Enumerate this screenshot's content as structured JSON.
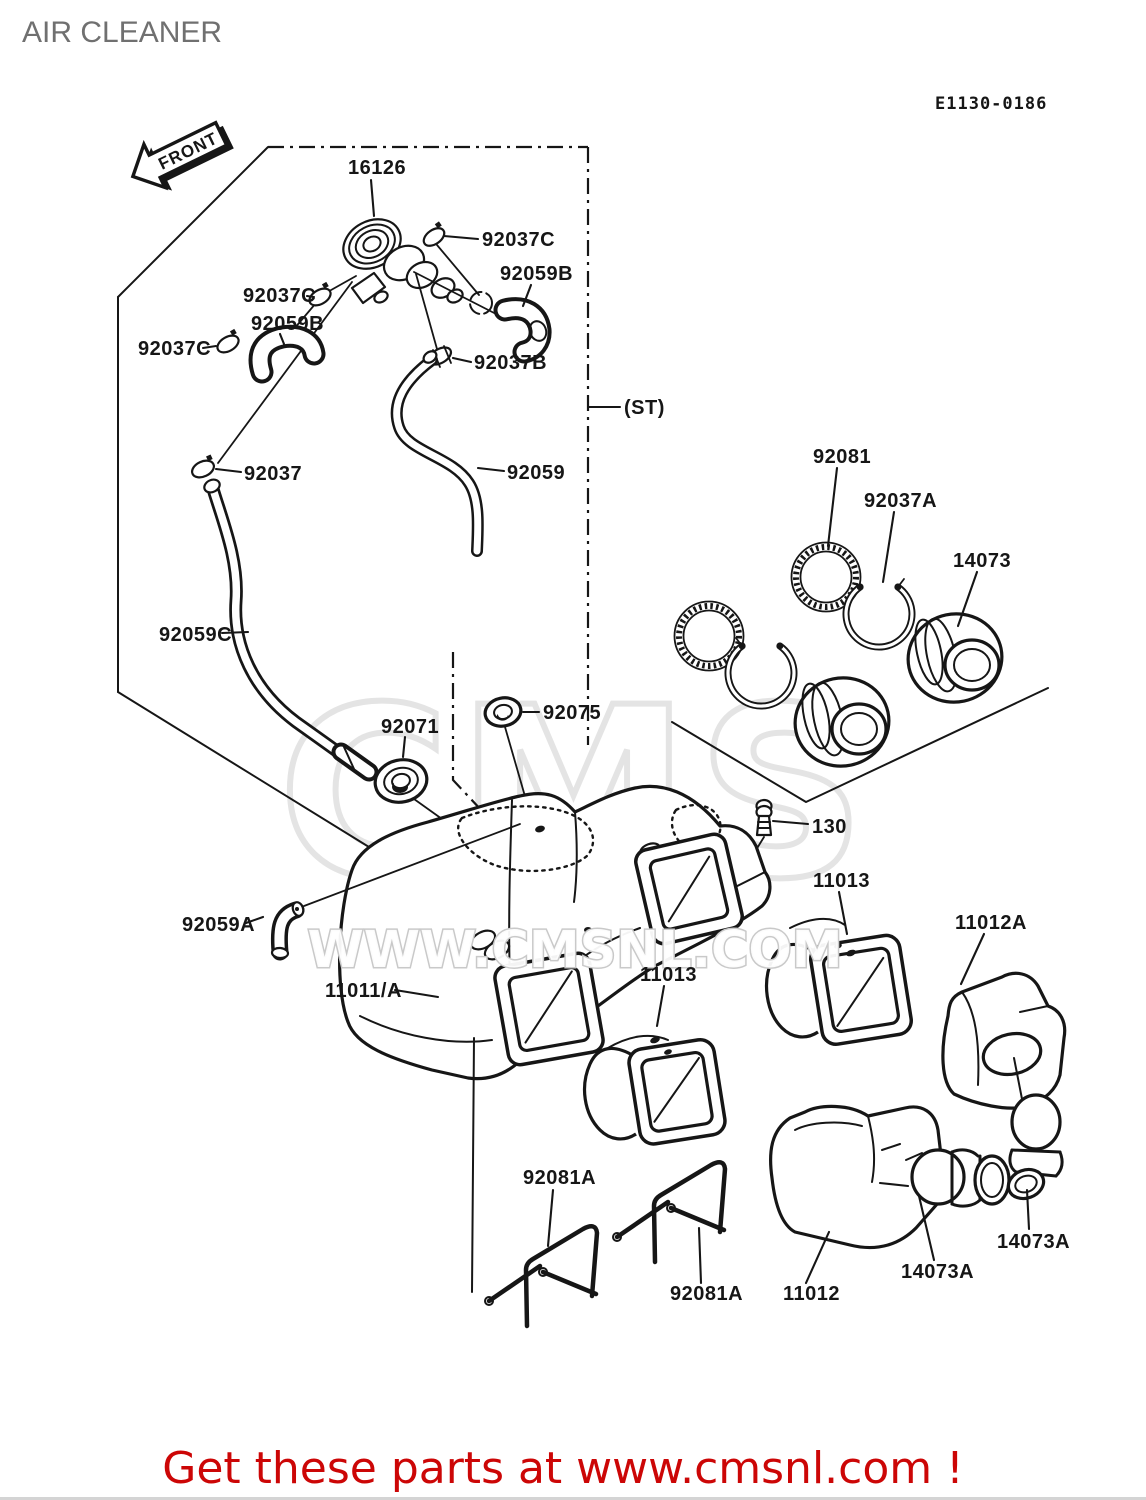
{
  "colors": {
    "ink": "#161616",
    "title_gray": "#707070",
    "footer_red": "#cc0606",
    "watermark_gray": "#c9c9c9"
  },
  "header": {
    "title": "AIR CLEANER"
  },
  "diagram": {
    "code": "E1130-0186",
    "front_badge": "FRONT",
    "variant_tag": "(ST)",
    "labels": {
      "l16126": "16126",
      "l92037c_right": "92037C",
      "l92059b_right": "92059B",
      "l92037c_left": "92037C",
      "l92059b_left": "92059B",
      "l92037c_far": "92037C",
      "l92037b": "92037B",
      "l92037": "92037",
      "l92059": "92059",
      "l92059c": "92059C",
      "l92071": "92071",
      "l92075": "92075",
      "l92081": "92081",
      "l92037a": "92037A",
      "l14073": "14073",
      "l130": "130",
      "l11013_upper": "11013",
      "l11013_lower": "11013",
      "l11012a": "11012A",
      "l92059a": "92059A",
      "l11011": "11011/A",
      "l92081a_upper": "92081A",
      "l92081a_lower": "92081A",
      "l11012": "11012",
      "l14073a_left": "14073A",
      "l14073a_right": "14073A"
    }
  },
  "watermark": {
    "logo": "CMS",
    "url": "WWW.CMSNL.COM"
  },
  "footer": {
    "text": "Get these parts at www.cmsnl.com !"
  }
}
